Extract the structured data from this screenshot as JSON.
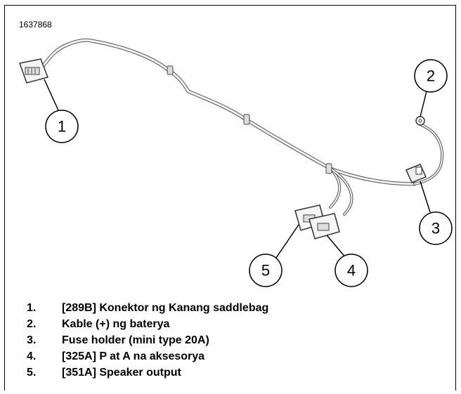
{
  "figure_id": "1637868",
  "callouts": [
    "1",
    "2",
    "3",
    "4",
    "5"
  ],
  "legend": [
    {
      "num": "1.",
      "text": "[289B] Konektor ng Kanang saddlebag"
    },
    {
      "num": "2.",
      "text": "Kable (+) ng baterya"
    },
    {
      "num": "3.",
      "text": "Fuse holder (mini type 20A)"
    },
    {
      "num": "4.",
      "text": "[325A] P at A na aksesorya"
    },
    {
      "num": "5.",
      "text": "[351A] Speaker output"
    }
  ]
}
